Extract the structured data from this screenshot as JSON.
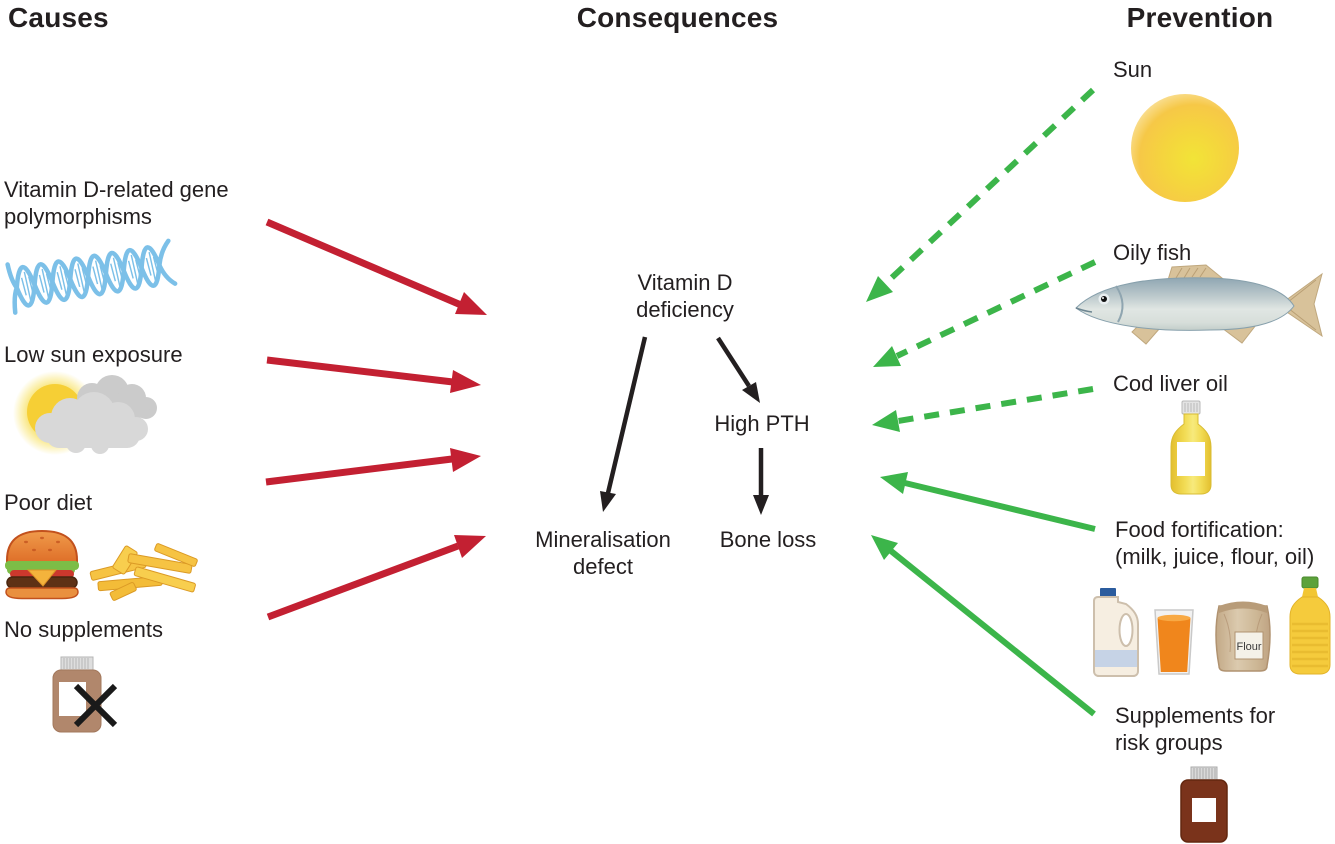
{
  "headings": {
    "causes": "Causes",
    "consequences": "Consequences",
    "prevention": "Prevention"
  },
  "causes": {
    "items": [
      {
        "line1": "Vitamin D-related gene",
        "line2": "polymorphisms",
        "icons": [
          "dna-helix-icon"
        ]
      },
      {
        "line1": "Low sun exposure",
        "icons": [
          "sun-behind-clouds-icon"
        ]
      },
      {
        "line1": "Poor diet",
        "icons": [
          "hamburger-icon",
          "french-fries-icon"
        ]
      },
      {
        "line1": "No supplements",
        "icons": [
          "crossed-out-pill-bottle-icon"
        ]
      }
    ]
  },
  "consequences": {
    "vitamin_d": {
      "line1": "Vitamin D",
      "line2": "deficiency"
    },
    "high_pth": "High PTH",
    "mineralisation": {
      "line1": "Mineralisation",
      "line2": "defect"
    },
    "bone_loss": "Bone loss"
  },
  "prevention": {
    "items": [
      {
        "line1": "Sun",
        "icons": [
          "sun-icon"
        ]
      },
      {
        "line1": "Oily fish",
        "icons": [
          "fish-icon"
        ]
      },
      {
        "line1": "Cod liver oil",
        "icons": [
          "cod-liver-oil-bottle-icon"
        ]
      },
      {
        "line1": "Food fortification:",
        "line2": "(milk, juice, flour, oil)",
        "icons": [
          "milk-jug-icon",
          "juice-glass-icon",
          "flour-bag-icon",
          "cooking-oil-bottle-icon"
        ]
      },
      {
        "line1": "Supplements for",
        "line2": "risk groups",
        "icons": [
          "supplement-bottle-icon"
        ]
      }
    ],
    "flour_bag_label": "Flour"
  },
  "colors": {
    "arrow_red": "#C32032",
    "arrow_green": "#3CB54A",
    "arrow_black": "#231F20",
    "text_color": "#231F20",
    "dna_blue": "#7CC0E8"
  }
}
